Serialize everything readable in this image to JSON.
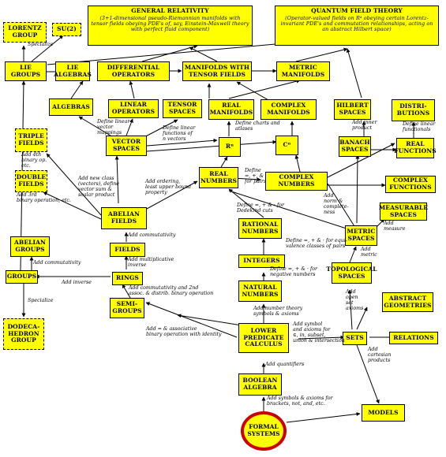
{
  "boxes": {
    "general_relativity": {
      "title": "GENERAL RELATIVITY",
      "sub": "(3+1-dimensional pseudo-Riemannian manifolds with tensor fields obeying PDE's of, say, Einstein-Maxwell theory with perfect fluid component)"
    },
    "quantum_field_theory": {
      "title": "QUANTUM FIELD THEORY",
      "sub": "(Operator-valued fields on R⁴ obeying certain Lorentz-invariant PDE's and commutation relationships, acting on an abstract Hilbert space)"
    },
    "lorentz_group": "LORENTZ GROUP",
    "su2": "SU(2)",
    "lie_groups": "LIE GROUPS",
    "lie_algebras": "LIE ALGEBRAS",
    "differential_operators": "DIFFERENTIAL OPERATORS",
    "manifolds_tensor": "MANIFOLDS WITH TENSOR FIELDS",
    "metric_manifolds": "METRIC MANIFOLDS",
    "algebras": "ALGEBRAS",
    "linear_operators": "LINEAR OPERATORS",
    "tensor_spaces": "TENSOR SPACES",
    "real_manifolds": "REAL MANIFOLDS",
    "complex_manifolds": "COMPLEX MANIFOLDS",
    "hilbert_spaces": "HILBERT SPACES",
    "distributions": "DISTRI- BUTIONS",
    "triple_fields": "TRIPLE FIELDS",
    "double_fields": "DOUBLE FIELDS",
    "vector_spaces": "VECTOR SPACES",
    "rn": "Rⁿ",
    "cn": "Cⁿ",
    "banach_spaces": "BANACH SPACES",
    "real_functions": "REAL FUNCTIONS",
    "real_numbers": "REAL NUMBERS",
    "complex_numbers": "COMPLEX NUMBERS",
    "complex_functions": "COMPLEX FUNCTIONS",
    "abelian_fields": "ABELIAN FIELDS",
    "rational_numbers": "RATIONAL NUMBERS",
    "measurable_spaces": "MEASURABLE SPACES",
    "abelian_groups": "ABELIAN GROUPS",
    "fields": "FIELDS",
    "metric_spaces": "METRIC SPACES",
    "groups": "GROUPS",
    "rings": "RINGS",
    "integers": "INTEGERS",
    "topological_spaces": "TOPOLOGICAL SPACES",
    "natural_numbers": "NATURAL NUMBERS",
    "abstract_geometries": "ABSTRACT GEOMETRIES",
    "dodecahedron_group": "DODECA- HEDRON GROUP",
    "semi_groups": "SEMI- GROUPS",
    "lower_predicate_calculus": "LOWER PREDICATE CALCULUS",
    "sets": "SETS",
    "relations": "RELATIONS",
    "boolean_algebra": "BOOLEAN ALGEBRA",
    "models": "MODELS",
    "formal_systems": "FORMAL SYSTEMS"
  },
  "notes": {
    "specialize_top": "Specialize",
    "specialize_bottom": "Specialize",
    "define_linear_vector_mappings": "Define linear\nvector\nmappings",
    "define_linear_functions": "Define linear\nfunctions of\nn vectors",
    "define_charts_atlases": "Define charts and\natlases",
    "add_inner_product": "Add inner\nproduct",
    "define_linear_functionals": "Define linear\nfunctionals",
    "add_4th_binary": "Add 4th\nbinary op.\netc.",
    "add_3rd_binary": "Add 3rd\nbinary operation, etc.",
    "add_new_class": "Add new class\n(vectors), define\nvector sum &\nscalar product",
    "add_ordering": "Add ordering,\nleast upper bound\nproperty",
    "define_plus_times_pairs": "Define\n=, +, &\nfor pairs",
    "add_norm_completeness": "Add\nnorm &\ncomplete-\nness",
    "define_dedekind": "Define =, + & · for\nDedekind cuts",
    "add_measure": "Add\nmeasure",
    "add_commutativity_fields": "Add commutativity",
    "add_commutativity_groups": "Add commutativity",
    "define_equivalence": "Define =, + & · for equi-\nvalence classes of pairs",
    "add_multiplicative_inverse": "Add multiplicative\ninverse",
    "add_metric": "Add\nmetric",
    "define_negative": "Define =, + & · for\nnegative numbers",
    "add_inverse": "Add inverse",
    "add_commutativity_2nd": "Add commutativity and 2nd\nassoc. & distrib. binary operation",
    "add_open_set": "Add\nopen\nset\naxioms",
    "add_number_theory": "Add number theory\nsymbols & axioms",
    "add_equals_assoc": "Add = & associative\nbinary operation with identity",
    "add_symbol_axioms": "Add symbol\nand axioms for\n∈, in, subset,\nunion & intersection",
    "add_cartesian": "Add\ncartesian\nproducts",
    "add_quantifiers": "Add quantifiers",
    "add_symbols_boolean": "Add symbols & axioms for\nbrackets, not, and, etc."
  }
}
